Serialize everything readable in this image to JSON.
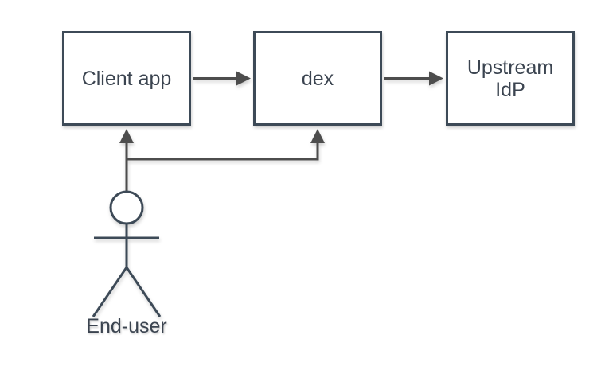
{
  "diagram": {
    "nodes": [
      {
        "id": "client-app",
        "label": "Client app"
      },
      {
        "id": "dex",
        "label": "dex"
      },
      {
        "id": "upstream-idp",
        "label": "Upstream IdP",
        "lines": [
          "Upstream",
          "IdP"
        ]
      }
    ],
    "actor": {
      "id": "end-user",
      "label": "End-user"
    },
    "edges": [
      {
        "from": "client-app",
        "to": "dex"
      },
      {
        "from": "dex",
        "to": "upstream-idp"
      },
      {
        "from": "end-user",
        "to": "client-app"
      },
      {
        "from": "end-user",
        "to": "dex"
      }
    ]
  },
  "colors": {
    "background": "#ffffff",
    "node_fill": "#ffffff",
    "node_stroke": "#3d4a57",
    "text": "#3b4450",
    "edge": "#4d4d4d"
  }
}
